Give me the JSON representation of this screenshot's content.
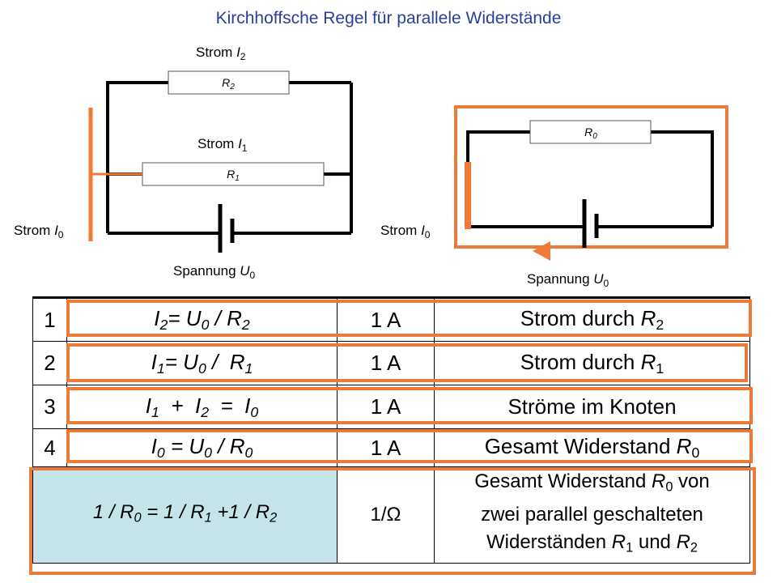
{
  "title": "Kirchhoffsche Regel für parallele Widerstände",
  "left_circuit": {
    "current_i2_label": "Strom I2",
    "current_i1_label": "Strom I1",
    "current_i0_label": "Strom I0",
    "voltage_label": "Spannung U0",
    "r2_label": "R2",
    "r1_label": "R1"
  },
  "right_circuit": {
    "current_i0_label": "Strom I0",
    "voltage_label": "Spannung U0",
    "r0_label": "R0"
  },
  "table": {
    "rows": [
      {
        "num": "1",
        "formula": "I2= U0 / R2",
        "value": "1 A",
        "desc": "Strom durch R2"
      },
      {
        "num": "2",
        "formula": "I1= U0 / R1",
        "value": "1 A",
        "desc": "Strom durch R1"
      },
      {
        "num": "3",
        "formula": "I1 + I2 = I0",
        "value": "1 A",
        "desc": "Ströme im Knoten"
      },
      {
        "num": "4",
        "formula": "I0 = U0 / R0",
        "value": "1 A",
        "desc": "Gesamt Widerstand R0"
      }
    ],
    "summary": {
      "formula": "1 / R0 = 1 / R1 +1 / R2",
      "unit": "1/Ω",
      "desc": "Gesamt Widerstand R0 von zwei parallel geschalteten Widerständen R1 und R2"
    }
  },
  "colors": {
    "highlight": "#ee7a3a",
    "title": "#2a3f9a",
    "summary_bg": "#c5e4ea"
  }
}
